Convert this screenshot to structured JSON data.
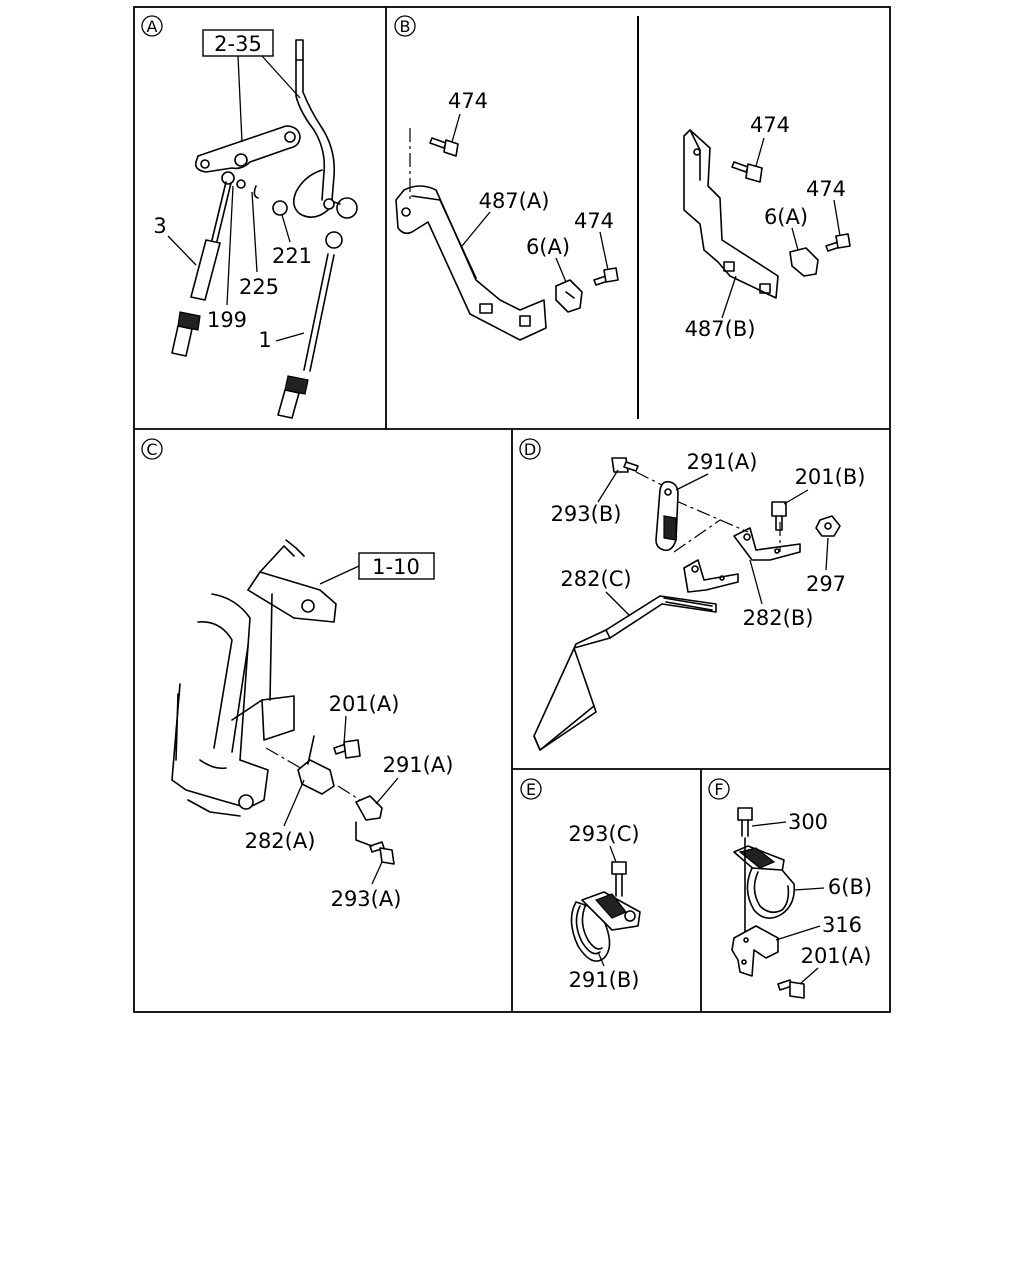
{
  "panels": {
    "A": {
      "letter": "A",
      "ref_box": "2-35",
      "labels": {
        "p3": "3",
        "p199": "199",
        "p225": "225",
        "p221": "221",
        "p1": "1"
      }
    },
    "B": {
      "letter": "B",
      "left": {
        "p474_top": "474",
        "p487a": "487(A)",
        "p6a": "6(A)",
        "p474_right": "474"
      },
      "right": {
        "p474_top": "474",
        "p474_right": "474",
        "p6a": "6(A)",
        "p487b": "487(B)"
      }
    },
    "C": {
      "letter": "C",
      "ref_box": "1-10",
      "labels": {
        "p201a": "201(A)",
        "p291a": "291(A)",
        "p282a": "282(A)",
        "p293a": "293(A)"
      }
    },
    "D": {
      "letter": "D",
      "labels": {
        "p291a": "291(A)",
        "p201b": "201(B)",
        "p293b": "293(B)",
        "p282c": "282(C)",
        "p297": "297",
        "p282b": "282(B)"
      }
    },
    "E": {
      "letter": "E",
      "labels": {
        "p293c": "293(C)",
        "p291b": "291(B)"
      }
    },
    "F": {
      "letter": "F",
      "labels": {
        "p300": "300",
        "p6b": "6(B)",
        "p316": "316",
        "p201a": "201(A)"
      }
    }
  }
}
